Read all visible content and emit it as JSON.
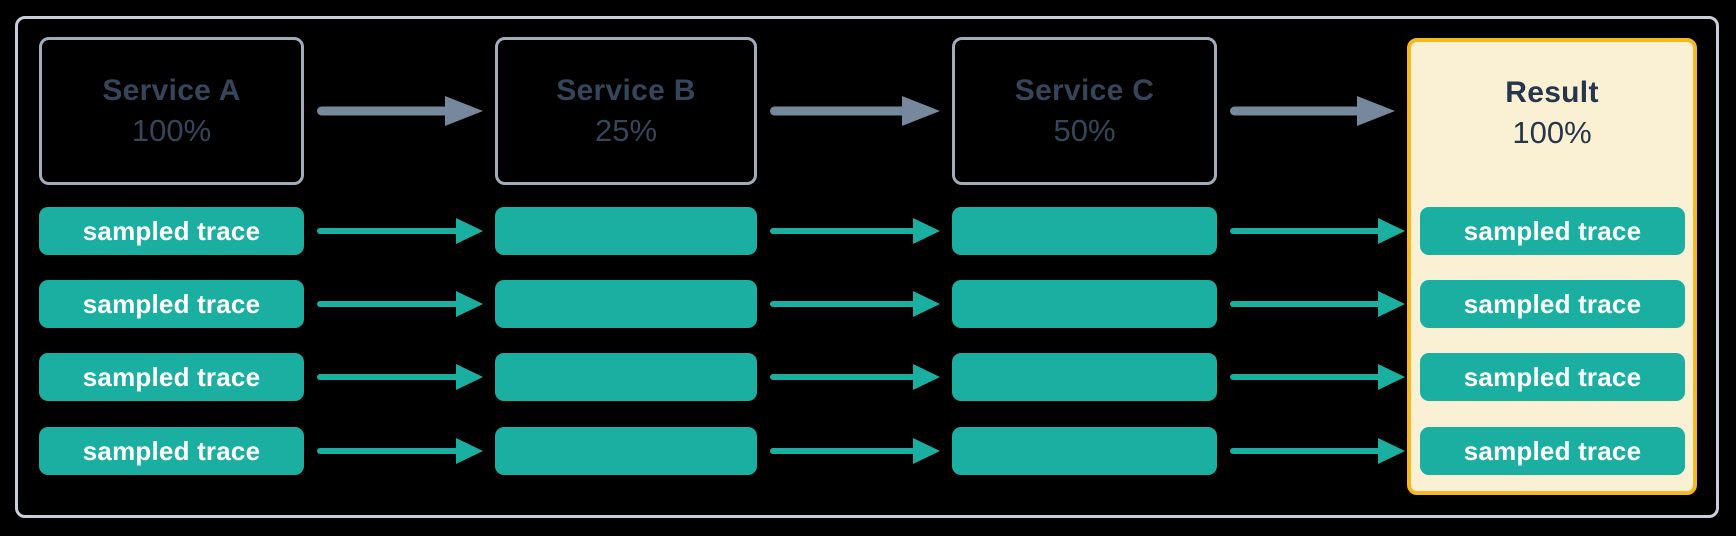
{
  "diagram": {
    "columns": [
      {
        "title": "Service A",
        "percent": "100%",
        "kind": "service",
        "bars_labeled": true
      },
      {
        "title": "Service B",
        "percent": "25%",
        "kind": "service",
        "bars_labeled": false
      },
      {
        "title": "Service C",
        "percent": "50%",
        "kind": "service",
        "bars_labeled": false
      },
      {
        "title": "Result",
        "percent": "100%",
        "kind": "result",
        "bars_labeled": true
      }
    ],
    "trace_label": "sampled trace",
    "trace_rows": 4,
    "colors": {
      "background": "#000000",
      "frame_border": "#C8CFDB",
      "service_box_border": "#A2ADBC",
      "heading_text": "#36455A",
      "result_heading_text": "#26364C",
      "trace_fill": "#1AAFA0",
      "trace_text": "#FFFFFF",
      "service_arrow": "#76899C",
      "trace_arrow": "#1AAFA0",
      "result_fill": "#FAF1D4",
      "result_border": "#F4B920"
    }
  }
}
